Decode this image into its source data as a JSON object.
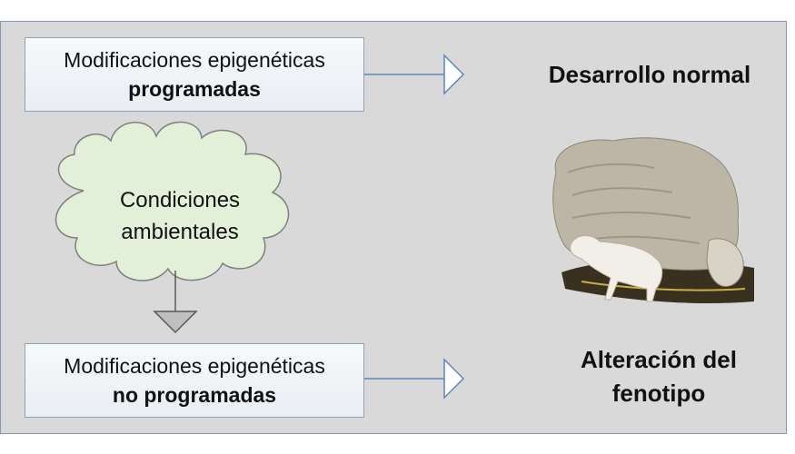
{
  "top_box": {
    "line1": "Modificaciones epigenéticas",
    "line2": "programadas"
  },
  "top_outcome": "Desarrollo normal",
  "cloud": {
    "line1": "Condiciones",
    "line2": "ambientales",
    "fill": "#e2f0d9",
    "stroke": "#7f7f7f"
  },
  "bottom_box": {
    "line1": "Modificaciones epigenéticas",
    "line2": "no programadas"
  },
  "bottom_outcome": {
    "line1": "Alteración del",
    "line2": "fenotipo"
  },
  "image": {
    "subject": "sheep-with-lamb"
  },
  "colors": {
    "panel_bg": "#d9d9d9",
    "panel_border": "#8497b0",
    "arrow": "#5b86b5",
    "down_arrow_fill": "#bfbfbf"
  }
}
